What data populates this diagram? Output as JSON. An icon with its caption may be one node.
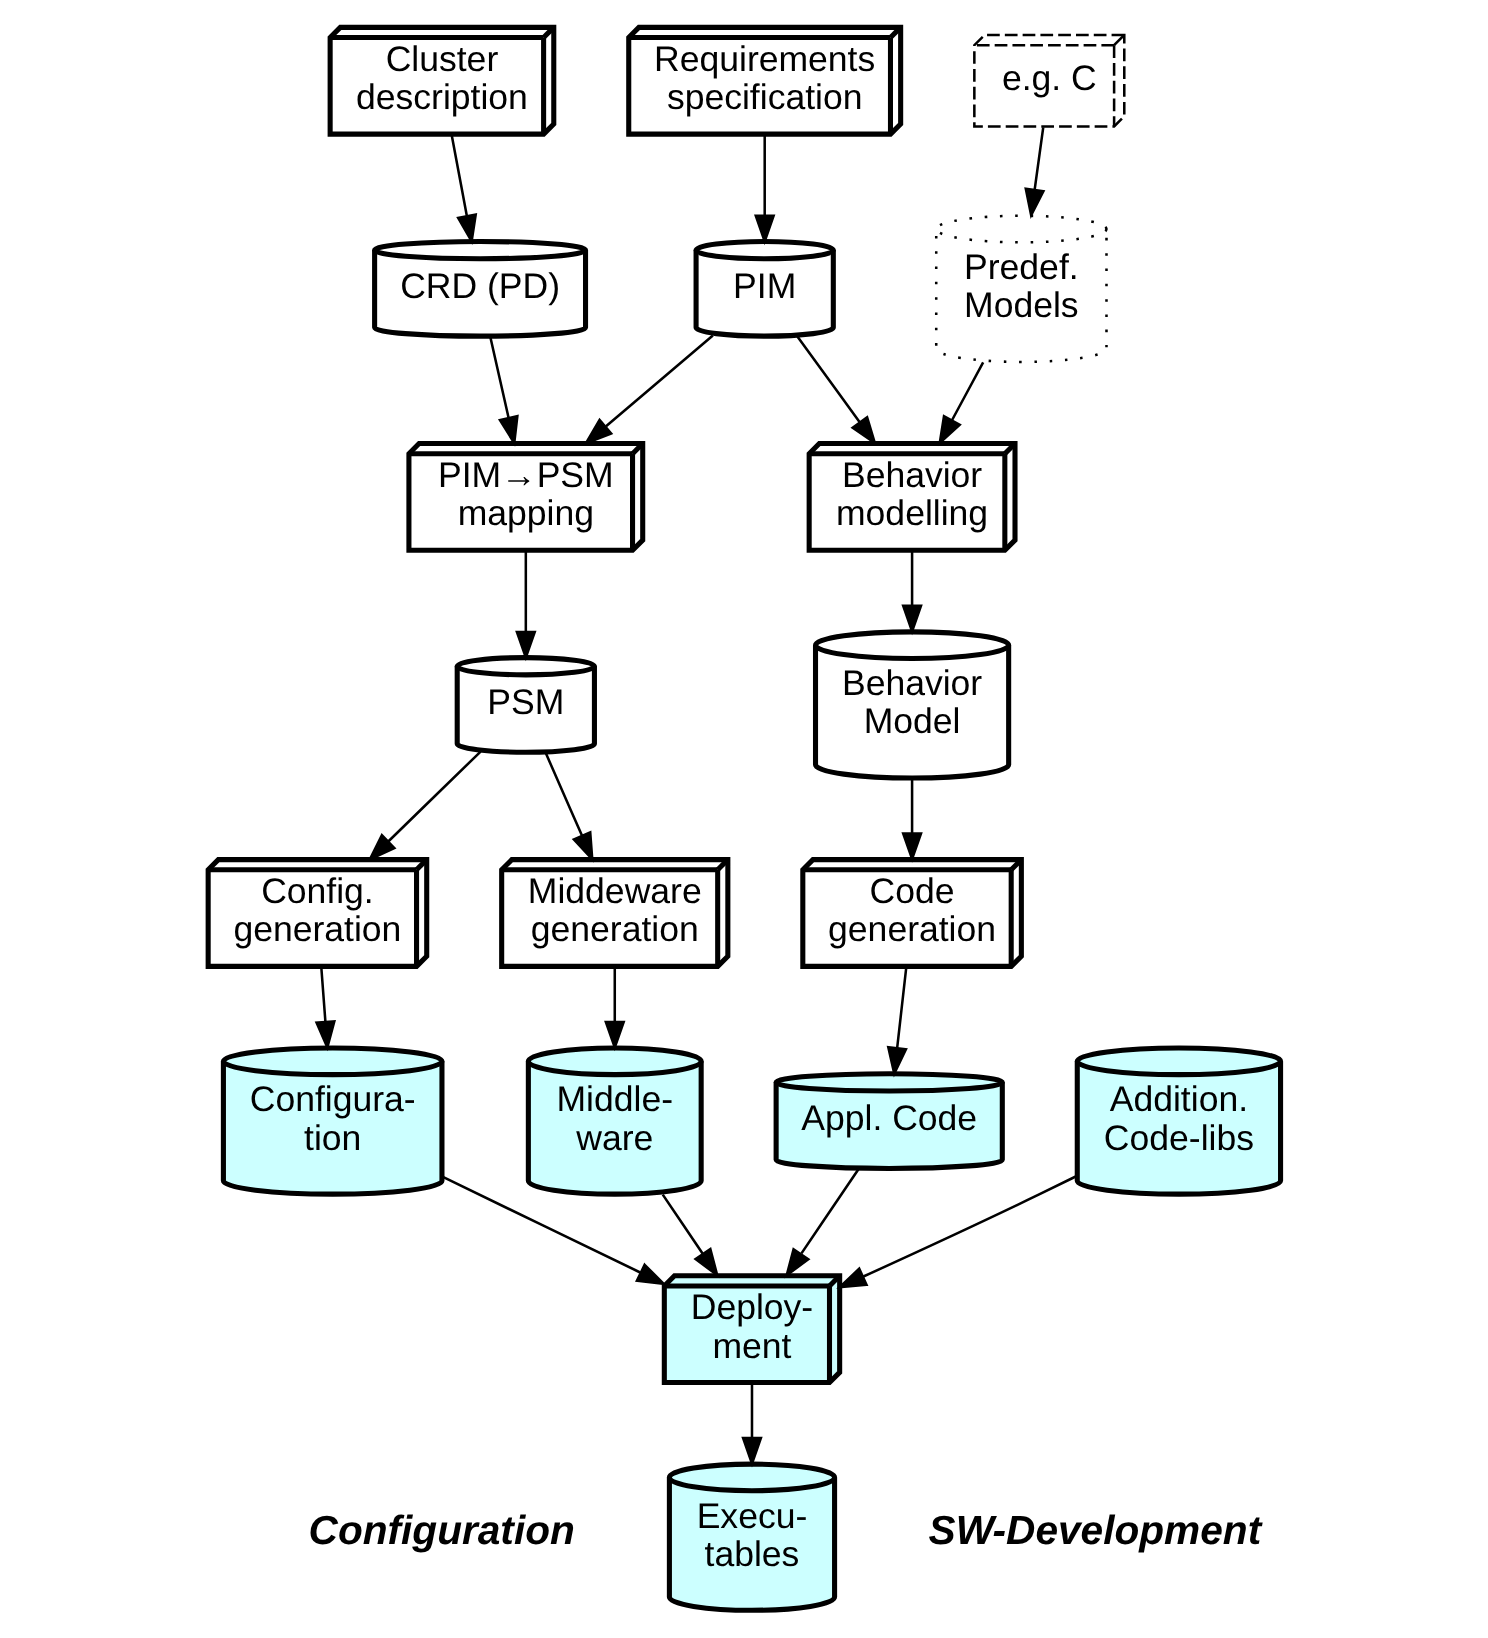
{
  "diagram": {
    "nodes": [
      {
        "text": [
          "Cluster description"
        ]
      },
      {
        "text": [
          "Requirements specification"
        ]
      },
      {
        "text": [
          "e.g. C"
        ]
      },
      {
        "text": [
          "CRD (PD)"
        ]
      },
      {
        "text": [
          "PIM"
        ]
      },
      {
        "text": [
          "Predef. Models"
        ]
      },
      {
        "text": [
          "PIM→PSM mapping"
        ]
      },
      {
        "text": [
          "Behavior modelling"
        ]
      },
      {
        "text": [
          "PSM"
        ]
      },
      {
        "text": [
          "Behavior Model"
        ]
      },
      {
        "text": [
          "Config. generation"
        ]
      },
      {
        "text": [
          "Middeware generation"
        ]
      },
      {
        "text": [
          "Code generation"
        ]
      },
      {
        "text": [
          "Configura- tion"
        ]
      },
      {
        "text": [
          "Middle- ware"
        ]
      },
      {
        "text": [
          "Appl. Code"
        ]
      },
      {
        "text": [
          "Addition. Code-libs"
        ]
      },
      {
        "text": [
          "Deploy- ment"
        ]
      },
      {
        "text": [
          "Execu- tables"
        ]
      }
    ],
    "edges": [
      {
        "from": 0,
        "to": 3,
        "arrow": "to"
      },
      {
        "from": 1,
        "to": 4,
        "arrow": "to"
      },
      {
        "from": 2,
        "to": 5,
        "arrow": "to"
      },
      {
        "from": 3,
        "to": 6,
        "arrow": "to"
      },
      {
        "from": 4,
        "to": 6,
        "arrow": "to"
      },
      {
        "from": 4,
        "to": 7,
        "arrow": "to"
      },
      {
        "from": 5,
        "to": 7,
        "arrow": "to"
      },
      {
        "from": 6,
        "to": 8,
        "arrow": "to"
      },
      {
        "from": 7,
        "to": 9,
        "arrow": "to"
      },
      {
        "from": 8,
        "to": 10,
        "arrow": "to"
      },
      {
        "from": 8,
        "to": 11,
        "arrow": "to"
      },
      {
        "from": 9,
        "to": 12,
        "arrow": "to"
      },
      {
        "from": 10,
        "to": 13,
        "arrow": "to"
      },
      {
        "from": 11,
        "to": 14,
        "arrow": "to"
      },
      {
        "from": 12,
        "to": 15,
        "arrow": "to"
      },
      {
        "from": 13,
        "to": 17,
        "arrow": "to"
      },
      {
        "from": 14,
        "to": 17,
        "arrow": "to"
      },
      {
        "from": 15,
        "to": 17,
        "arrow": "to"
      },
      {
        "from": 16,
        "to": 17,
        "arrow": "to"
      },
      {
        "from": 17,
        "to": 18,
        "arrow": "to"
      }
    ],
    "labels": [
      "Configuration",
      "SW-Development"
    ]
  }
}
